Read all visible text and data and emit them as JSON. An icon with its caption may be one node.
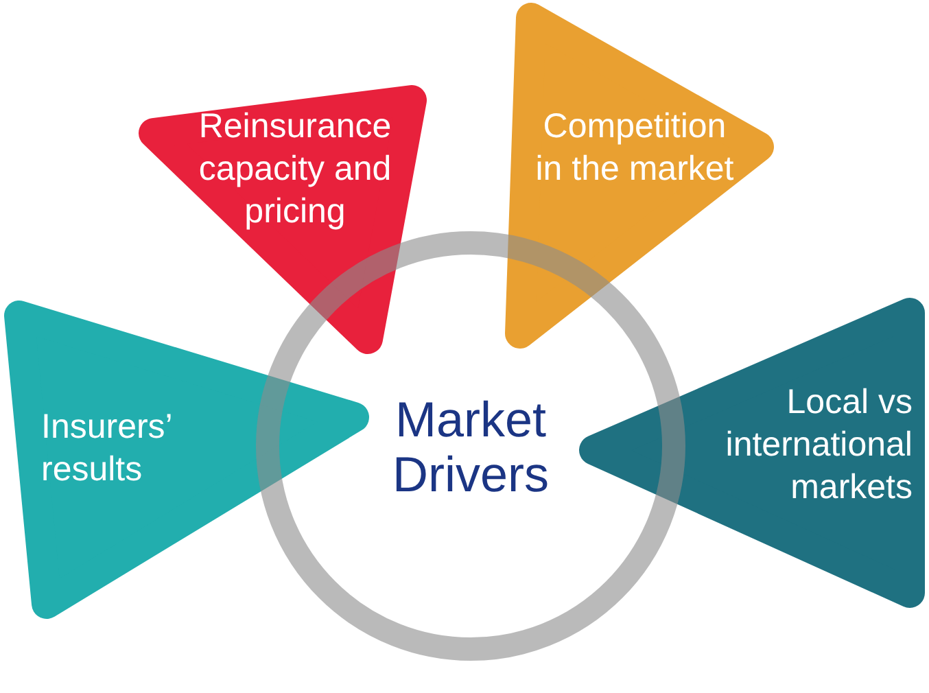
{
  "diagram": {
    "nodes": [
      {
        "text": [
          "Market Drivers"
        ]
      },
      {
        "text": [
          "Reinsurance capacity and pricing"
        ]
      },
      {
        "text": [
          "Competition in the market"
        ]
      },
      {
        "text": [
          "Insurers’ results"
        ]
      },
      {
        "text": [
          "Local vs international markets"
        ]
      }
    ]
  }
}
